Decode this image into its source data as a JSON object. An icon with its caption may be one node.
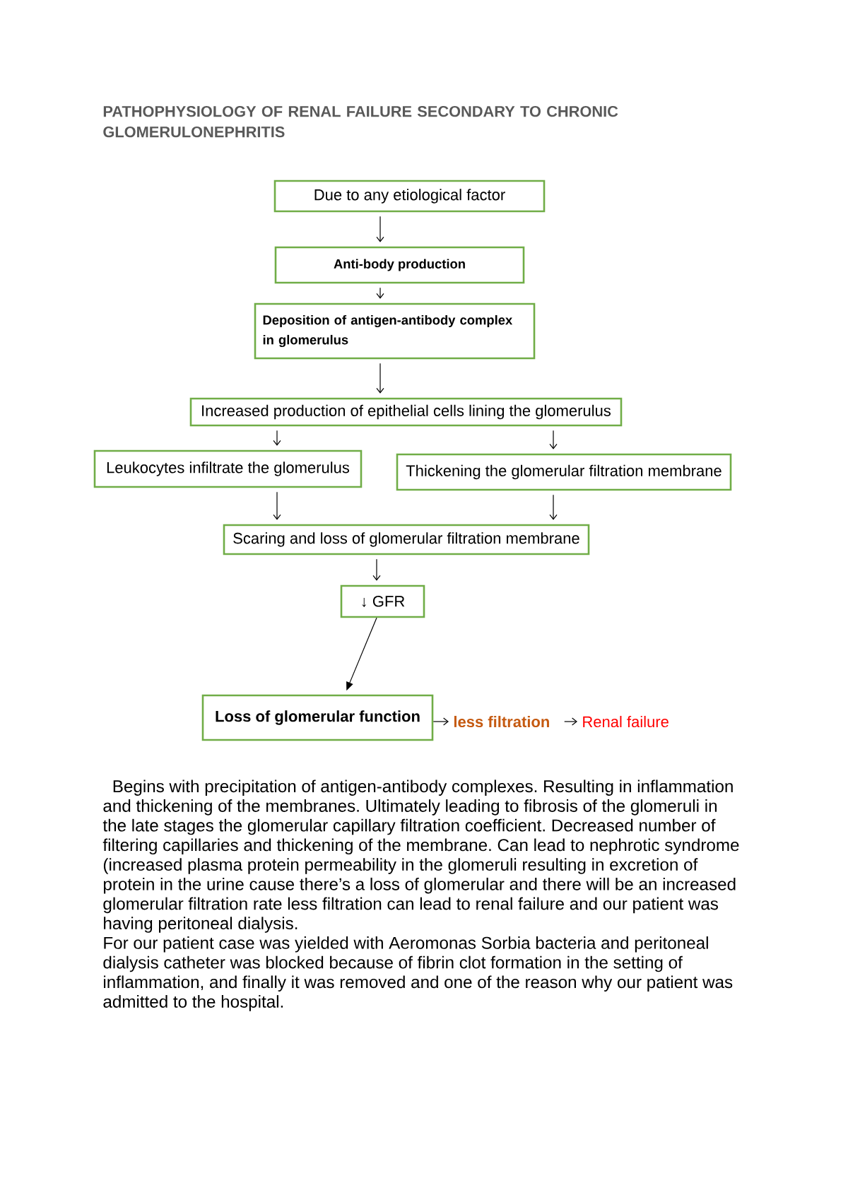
{
  "diagram": {
    "title": "PATHOPHYSIOLOGY OF RENAL FAILURE SECONDARY TO CHRONIC GLOMERULONEPHRITIS",
    "nodes": [
      {
        "text": [
          "Due to any etiological factor"
        ]
      },
      {
        "text": [
          "Anti-body production"
        ]
      },
      {
        "text": [
          "Deposition of antigen-antibody complex in glomerulus"
        ]
      },
      {
        "text": [
          "Increased production of epithelial cells lining the glomerulus"
        ]
      },
      {
        "text": [
          "Leukocytes infiltrate the glomerulus"
        ]
      },
      {
        "text": [
          "Thickening the glomerular filtration membrane"
        ]
      },
      {
        "text": [
          "Scaring and loss of glomerular filtration membrane"
        ]
      },
      {
        "text": [
          "↓ GFR"
        ]
      },
      {
        "text": [
          "Loss of glomerular function"
        ]
      },
      {
        "text": [
          "less filtration"
        ]
      },
      {
        "text": [
          "Renal failure"
        ]
      }
    ],
    "edges": [
      {
        "from": 0,
        "to": 1,
        "arrow": "to"
      },
      {
        "from": 1,
        "to": 2,
        "arrow": "to"
      },
      {
        "from": 2,
        "to": 3,
        "arrow": "to"
      },
      {
        "from": 3,
        "to": 4,
        "arrow": "to"
      },
      {
        "from": 3,
        "to": 5,
        "arrow": "to"
      },
      {
        "from": 4,
        "to": 6,
        "arrow": "to"
      },
      {
        "from": 5,
        "to": 6,
        "arrow": "to"
      },
      {
        "from": 6,
        "to": 7,
        "arrow": "to"
      },
      {
        "from": 7,
        "to": 8,
        "arrow": "to"
      },
      {
        "from": 8,
        "to": 9,
        "arrow": "to"
      },
      {
        "from": 9,
        "to": 10,
        "arrow": "to"
      }
    ],
    "labels": [
      "Begins with precipitation of antigen-antibody complexes. Resulting in inflammation and thickening of the membranes. Ultimately leading to fibrosis of the glomeruli in the late stages the glomerular capillary filtration coefficient. Decreased number of filtering capillaries and thickening of the membrane. Can lead to nephrotic syndrome (increased plasma protein permeability in the glomeruli resulting in excretion of protein in the urine cause there’s a loss of glomerular and there will be an increased glomerular filtration rate less filtration can lead to renal failure and our patient was having peritoneal dialysis.",
      "For our patient case was yielded with Aeromonas Sorbia bacteria and peritoneal dialysis catheter was blocked because of fibrin clot formation in the setting of inflammation, and finally it was removed and one of the reason why our patient was admitted to the hospital."
    ]
  }
}
